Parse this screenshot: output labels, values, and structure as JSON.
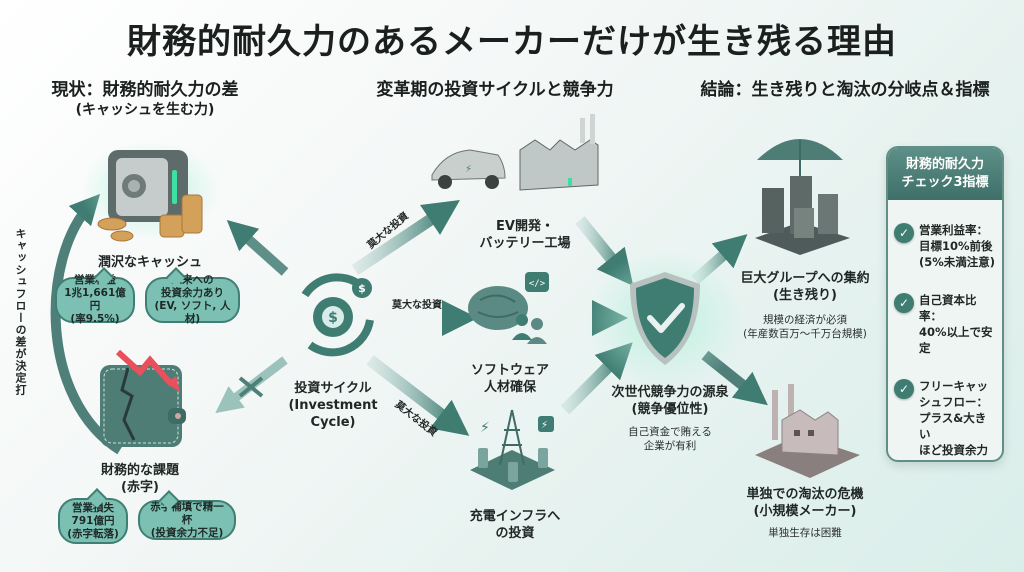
{
  "title": "財務的耐久力のあるメーカーだけが生き残る理由",
  "sections": {
    "left": {
      "heading": "現状：財務的耐久力の差",
      "sub": "(キャッシュを生む力)"
    },
    "center": {
      "heading": "変革期の投資サイクルと競争力"
    },
    "right": {
      "heading": "結論：生き残りと淘汰の分岐点＆指標"
    }
  },
  "left": {
    "cycle_label": "キャッシュフローの差が決定打",
    "rich": {
      "icon": "safe-with-coins-icon",
      "label": "潤沢なキャッシュ",
      "bubbles": [
        {
          "lines": [
            "営業利益",
            "1兆1,661億円",
            "(率9.5%)"
          ]
        },
        {
          "lines": [
            "未来への",
            "投資余力あり",
            "(EV, ソフト, 人材)"
          ]
        }
      ]
    },
    "poor": {
      "icon": "broken-wallet-icon",
      "label_lines": [
        "財務的な課題",
        "(赤字)"
      ],
      "bubbles": [
        {
          "lines": [
            "営業損失",
            "791億円",
            "(赤字転落)"
          ]
        },
        {
          "lines": [
            "赤字補填で精一杯",
            "(投資余力不足)"
          ]
        }
      ]
    }
  },
  "center": {
    "cycle": {
      "icon": "investment-cycle-gear-icon",
      "label_lines": [
        "投資サイクル",
        "(Investment Cycle)"
      ]
    },
    "arrow_label": "莫大な投資",
    "targets": [
      {
        "icon": "ev-car-factory-icon",
        "label_lines": [
          "EV開発・",
          "バッテリー工場"
        ]
      },
      {
        "icon": "brain-people-icon",
        "label_lines": [
          "ソフトウェア",
          "人材確保"
        ]
      },
      {
        "icon": "charging-infrastructure-icon",
        "label_lines": [
          "充電インフラへ",
          "の投資"
        ]
      }
    ],
    "shield": {
      "icon": "shield-check-icon",
      "label_lines": [
        "次世代競争力の源泉",
        "(競争優位性)"
      ],
      "note_lines": [
        "自己資金で賄える",
        "企業が有利"
      ]
    }
  },
  "right": {
    "survive": {
      "icon": "umbrella-buildings-icon",
      "label_lines": [
        "巨大グループへの集約",
        "(生き残り)"
      ],
      "note_lines": [
        "規模の経済が必須",
        "(年産数百万〜千万台規模)"
      ]
    },
    "perish": {
      "icon": "ruined-factory-icon",
      "label_lines": [
        "単独での淘汰の危機",
        "(小規模メーカー)"
      ],
      "note_lines": [
        "単独生存は困難"
      ]
    },
    "panel": {
      "title_lines": [
        "財務的耐久力",
        "チェック3指標"
      ],
      "items": [
        {
          "lines": [
            "営業利益率：",
            "目標10%前後",
            "(5%未満注意)"
          ]
        },
        {
          "lines": [
            "自己資本比率：",
            "40%以上で安",
            "定"
          ]
        },
        {
          "lines": [
            "フリーキャッ",
            "シュフロー：",
            "プラス&大きい",
            "ほど投資余力"
          ]
        }
      ]
    }
  },
  "colors": {
    "primary": "#3f7c72",
    "bubble": "#7cc0b3",
    "danger": "#e8505b",
    "panel_header": "#4a7d76"
  }
}
